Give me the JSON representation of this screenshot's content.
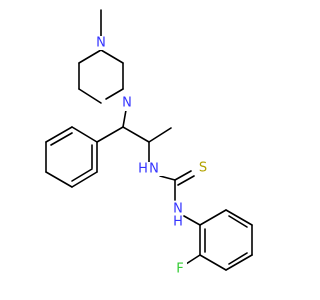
{
  "molecule": {
    "atoms": {
      "n_pip_top": "N",
      "n_pip_bottom": "N",
      "n_amine": "N",
      "n_amine_h": "H",
      "s_thio": "S",
      "n_aniline": "N",
      "n_aniline_h": "H",
      "f": "F"
    }
  },
  "colors": {
    "bond": "#000000",
    "nitrogen": "#3333ff",
    "sulfur": "#b2a200",
    "fluorine": "#33cc33",
    "background": "#ffffff"
  }
}
